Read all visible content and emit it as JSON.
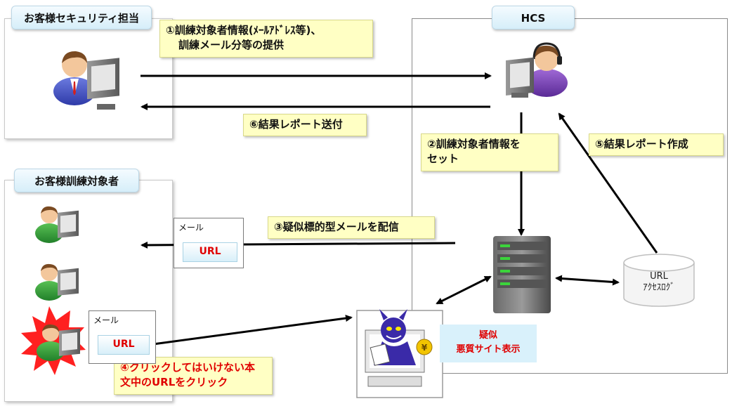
{
  "panels": {
    "security": {
      "title": "お客様セキュリティ担当"
    },
    "trainees": {
      "title": "お客様訓練対象者"
    },
    "hcs": {
      "title": "HCS"
    }
  },
  "steps": {
    "step1_line1": "①訓練対象者情報(ﾒｰﾙｱﾄﾞﾚｽ等)、",
    "step1_line2": "訓練メール分等の提供",
    "step2_line1": "②訓練対象者情報を",
    "step2_line2": "セット",
    "step3": "③疑似標的型メールを配信",
    "step4_line1": "④クリックしてはいけない本",
    "step4_line2": "文中のURLをクリック",
    "step5": "⑤結果レポート作成",
    "step6": "⑥結果レポート送付"
  },
  "mail": {
    "label": "メール",
    "url": "URL"
  },
  "fake_site": {
    "line1": "疑似",
    "line2": "悪質サイト表示"
  },
  "url_log": {
    "line1": "URL",
    "line2": "ｱｸｾｽﾛｸﾞ"
  },
  "colors": {
    "note_fill": "#ffffc4",
    "tag_fill": "#d6eef9",
    "alert_red": "#e00000",
    "arrow": "#000000"
  }
}
